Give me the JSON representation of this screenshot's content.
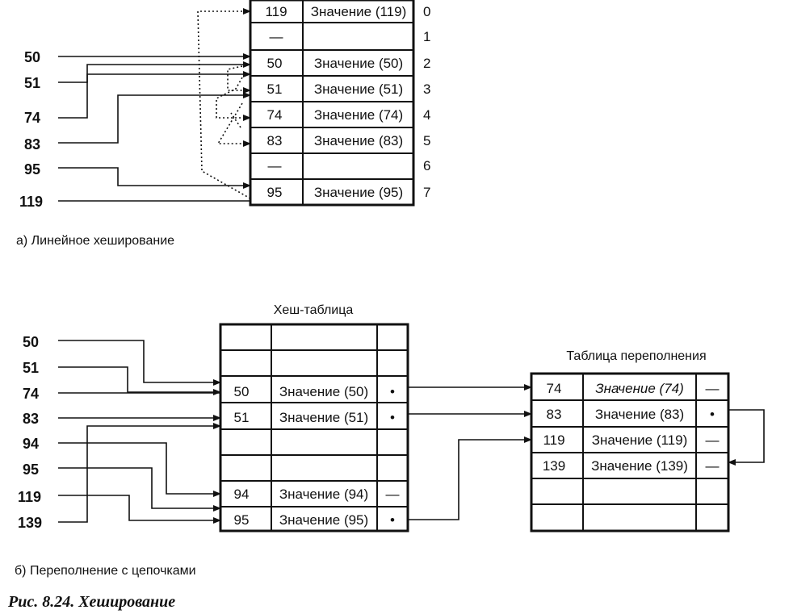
{
  "linear": {
    "caption": "а) Линейное хеширование",
    "keys": [
      "50",
      "51",
      "74",
      "83",
      "95",
      "119"
    ],
    "rows": [
      {
        "key": "119",
        "value": "Значение (119)",
        "index": "0"
      },
      {
        "key": "—",
        "value": "",
        "index": "1"
      },
      {
        "key": "50",
        "value": "Значение (50)",
        "index": "2"
      },
      {
        "key": "51",
        "value": "Значение (51)",
        "index": "3"
      },
      {
        "key": "74",
        "value": "Значение (74)",
        "index": "4"
      },
      {
        "key": "83",
        "value": "Значение (83)",
        "index": "5"
      },
      {
        "key": "—",
        "value": "",
        "index": "6"
      },
      {
        "key": "95",
        "value": "Значение (95)",
        "index": "7"
      }
    ]
  },
  "chained": {
    "caption": "б) Переполнение с цепочками",
    "hash_table_title": "Хеш-таблица",
    "overflow_table_title": "Таблица переполнения",
    "keys": [
      "50",
      "51",
      "74",
      "83",
      "94",
      "95",
      "119",
      "139"
    ],
    "hash_rows": [
      {
        "key": "",
        "value": "",
        "link": ""
      },
      {
        "key": "",
        "value": "",
        "link": ""
      },
      {
        "key": "50",
        "value": "Значение (50)",
        "link": "•"
      },
      {
        "key": "51",
        "value": "Значение (51)",
        "link": "•"
      },
      {
        "key": "",
        "value": "",
        "link": ""
      },
      {
        "key": "",
        "value": "",
        "link": ""
      },
      {
        "key": "94",
        "value": "Значение (94)",
        "link": "—"
      },
      {
        "key": "95",
        "value": "Значение (95)",
        "link": "•"
      }
    ],
    "overflow_rows": [
      {
        "key": "74",
        "value": "Значение (74)",
        "link": "—"
      },
      {
        "key": "83",
        "value": "Значение (83)",
        "link": "•"
      },
      {
        "key": "119",
        "value": "Значение (119)",
        "link": "—"
      },
      {
        "key": "139",
        "value": "Значение (139)",
        "link": "—"
      },
      {
        "key": "",
        "value": "",
        "link": ""
      },
      {
        "key": "",
        "value": "",
        "link": ""
      }
    ]
  },
  "figure_caption": "Рис. 8.24. Хеширование"
}
